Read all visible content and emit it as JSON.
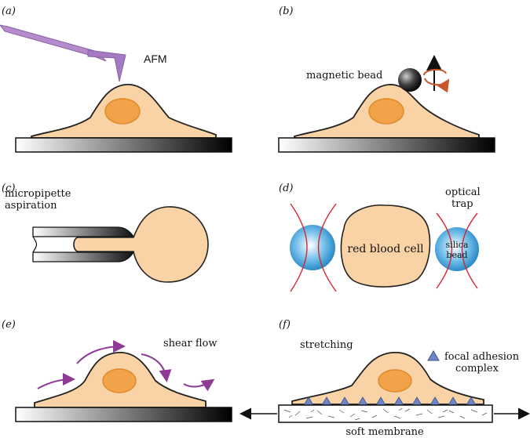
{
  "panels": {
    "a": {
      "label": "(a)",
      "tool": "AFM"
    },
    "b": {
      "label": "(b)",
      "tool": "magnetic bead"
    },
    "c": {
      "label": "(c)",
      "tool_line1": "micropipette",
      "tool_line2": "aspiration"
    },
    "d": {
      "label": "(d)",
      "trap_line1": "optical",
      "trap_line2": "trap",
      "cell": "red blood cell",
      "bead_line1": "silica",
      "bead_line2": "bead"
    },
    "e": {
      "label": "(e)",
      "flow": "shear flow"
    },
    "f": {
      "label": "(f)",
      "stretch": "stretching",
      "legend_line1": "focal adhesion",
      "legend_line2": "complex",
      "membrane": "soft membrane"
    }
  },
  "colors": {
    "cell_fill": "#f9d3a5",
    "nucleus_fill": "#f2a34a",
    "afm_tip": "#a57ac2",
    "flow_arrows": "#8e3b96",
    "bead_blue": "#3b9fdc",
    "laser_red": "#d7262e",
    "adhesion_blue": "#6e86c4"
  }
}
